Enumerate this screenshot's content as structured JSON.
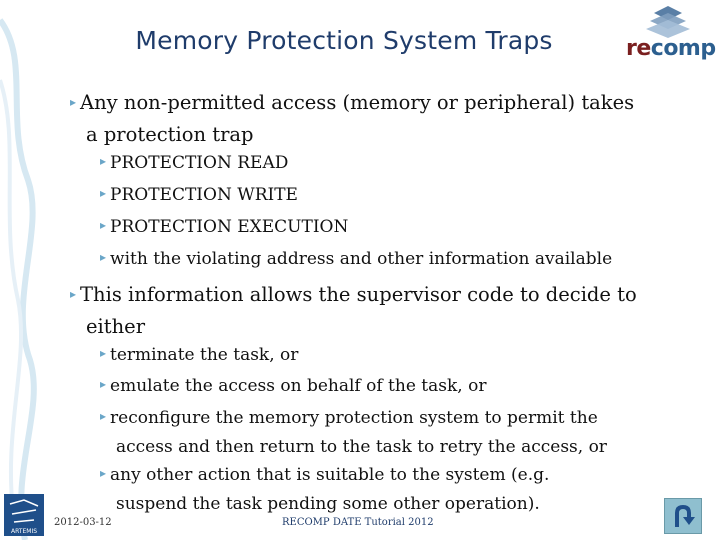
{
  "slide": {
    "title": "Memory Protection System Traps",
    "logo": {
      "prefix": "re",
      "suffix": "comp"
    },
    "bullets": [
      {
        "lines": [
          "Any non-permitted access (memory or peripheral) takes",
          "a protection trap"
        ],
        "sub": [
          {
            "lines": [
              "PROTECTION READ"
            ]
          },
          {
            "lines": [
              "PROTECTION WRITE"
            ]
          },
          {
            "lines": [
              "PROTECTION EXECUTION"
            ]
          },
          {
            "lines": [
              "with the violating address and other information available"
            ]
          }
        ]
      },
      {
        "lines": [
          "This information allows the supervisor code to decide to",
          "either"
        ],
        "sub": [
          {
            "lines": [
              "terminate the task, or"
            ]
          },
          {
            "lines": [
              "emulate the access on behalf of the task, or"
            ]
          },
          {
            "lines": [
              "reconfigure the memory protection system to permit the",
              "access and then return to the task to retry the access, or"
            ]
          },
          {
            "lines": [
              "any other action that is suitable to the system (e.g.",
              "suspend the task pending some other operation)."
            ]
          }
        ]
      }
    ],
    "footer": {
      "date": "2012-03-12",
      "center": "RECOMP DATE Tutorial 2012"
    },
    "artemis_text": "ARTEMIS",
    "icons": {
      "bullet": "bullet-icon",
      "nav": "return-arrow-icon"
    }
  }
}
